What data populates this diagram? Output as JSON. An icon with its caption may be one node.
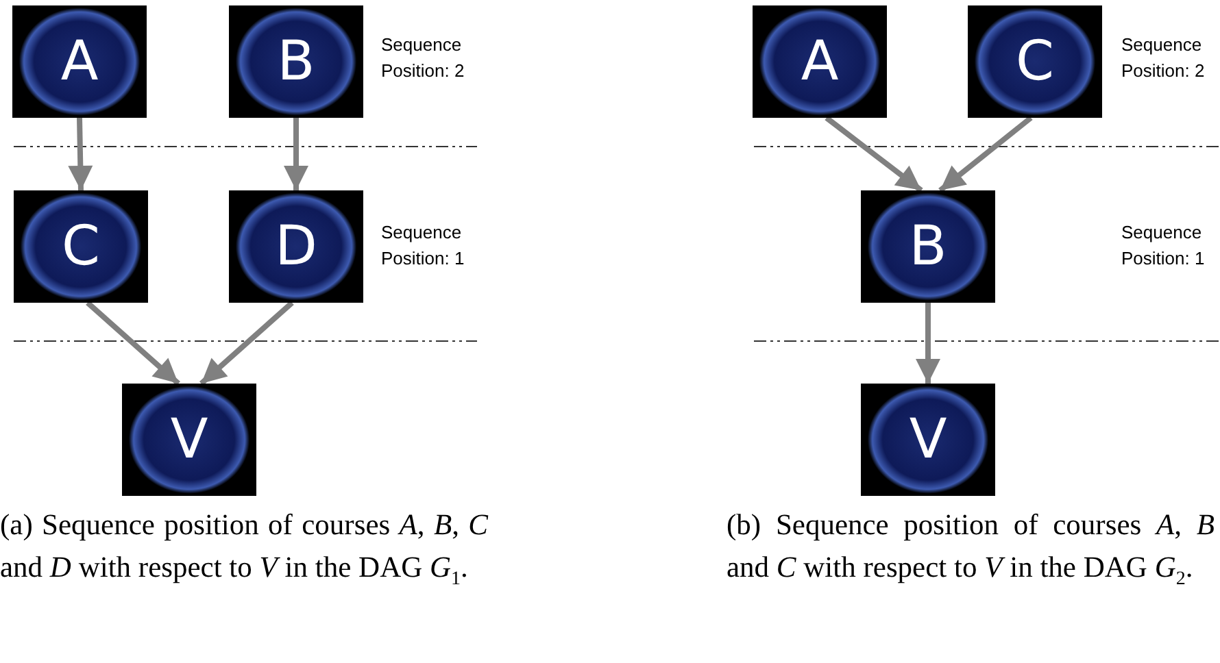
{
  "diagram": {
    "nodes": [
      {
        "text": [
          "A"
        ]
      },
      {
        "text": [
          "B"
        ]
      },
      {
        "text": [
          "C"
        ]
      },
      {
        "text": [
          "D"
        ]
      },
      {
        "text": [
          "V"
        ]
      },
      {
        "text": [
          "A"
        ]
      },
      {
        "text": [
          "C"
        ]
      },
      {
        "text": [
          "B"
        ]
      },
      {
        "text": [
          "V"
        ]
      }
    ],
    "edges": [
      {
        "from": 0,
        "to": 2,
        "arrow": "to"
      },
      {
        "from": 1,
        "to": 3,
        "arrow": "to"
      },
      {
        "from": 2,
        "to": 4,
        "arrow": "to"
      },
      {
        "from": 3,
        "to": 4,
        "arrow": "to"
      },
      {
        "from": 5,
        "to": 7,
        "arrow": "to"
      },
      {
        "from": 6,
        "to": 7,
        "arrow": "to"
      },
      {
        "from": 7,
        "to": 8,
        "arrow": "to"
      }
    ],
    "labels": [
      "Sequence Position: 2",
      "Sequence Position: 1",
      "Sequence Position: 2",
      "Sequence Position: 1",
      "(a) Sequence position of courses *A*, *B*, *C* and *D* with respect to *V* in the DAG *G*$_{1}$.",
      "(b) Sequence position of courses *A*, *B* and *C* with respect to *V* in the DAG *G*$_{2}$."
    ]
  }
}
